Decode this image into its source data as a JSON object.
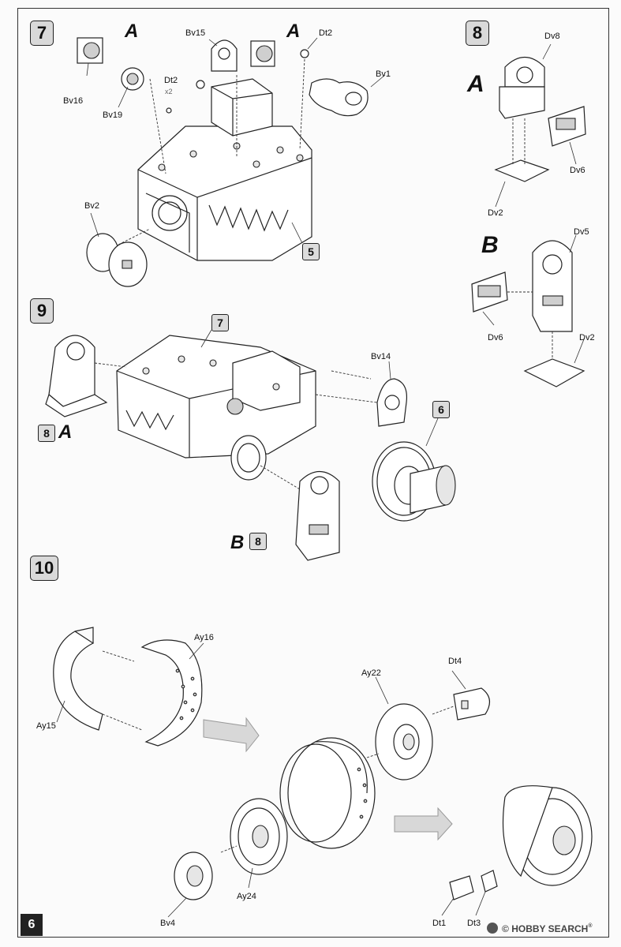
{
  "page_number": "6",
  "watermark": {
    "brand": "HOBBY SEARCH",
    "prefix": "©",
    "reg": "®"
  },
  "steps": [
    {
      "number": "7"
    },
    {
      "number": "8"
    },
    {
      "number": "9"
    },
    {
      "number": "10"
    }
  ],
  "step7": {
    "variant_left": "A",
    "variant_mid": "A",
    "parts": [
      "Bv15",
      "Dt2",
      "Bv16",
      "Bv19",
      "Dt2",
      "x2",
      "Bv1",
      "Bv2"
    ],
    "ref_box": "5"
  },
  "step8": {
    "variant_a": "A",
    "variant_b": "B",
    "parts_a": [
      "Dv8",
      "Dv6",
      "Dv2"
    ],
    "parts_b": [
      "Dv5",
      "Dv6",
      "Dv2"
    ]
  },
  "step9": {
    "ref_7": "7",
    "ref_8a": "8",
    "ref_8a_letter": "A",
    "ref_8b": "8",
    "ref_8b_letter": "B",
    "ref_6": "6",
    "parts": [
      "Bv14"
    ]
  },
  "step10": {
    "parts": [
      "Ay16",
      "Ay15",
      "Ay22",
      "Dt4",
      "Ay24",
      "Bv4",
      "Dt1",
      "Dt3"
    ]
  },
  "icons": [
    "step-arrow-icon",
    "step-arrow-icon"
  ]
}
